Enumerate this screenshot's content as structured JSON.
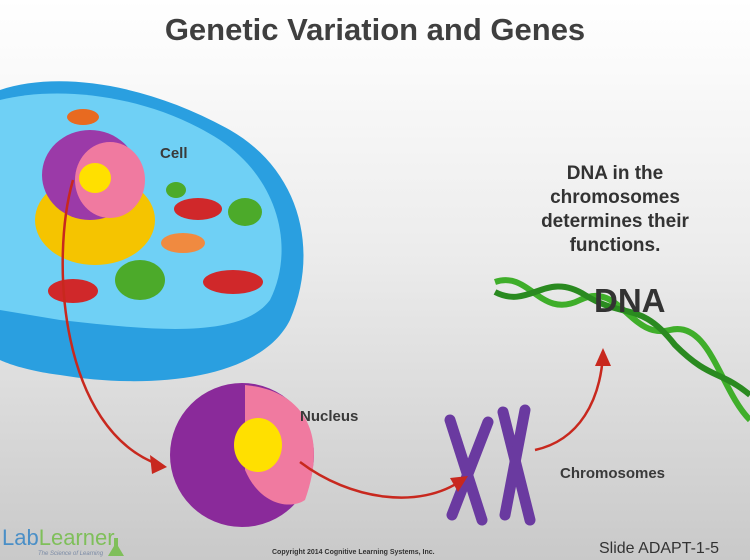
{
  "title": "Genetic Variation and Genes",
  "labels": {
    "cell": "Cell",
    "nucleus": "Nucleus",
    "chromosomes": "Chromosomes",
    "dna": "DNA"
  },
  "dna_caption": "DNA in the chromosomes determines their functions.",
  "footer": {
    "logo_part1": "Lab",
    "logo_part2": "Learner",
    "tagline": "The Science of Learning",
    "copyright": "Copyright 2014 Cognitive Learning Systems, Inc.",
    "slide": "Slide ADAPT-1-5"
  }
}
